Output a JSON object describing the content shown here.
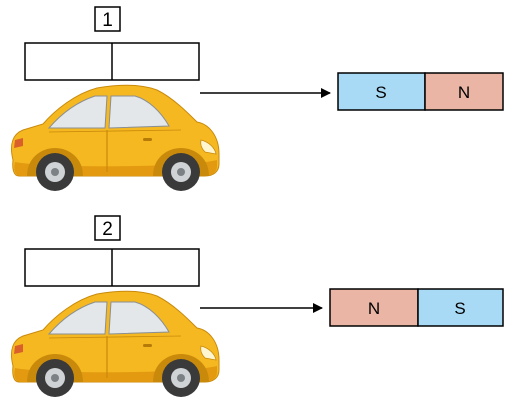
{
  "scenario_1": {
    "number": "1",
    "magnet": {
      "left_pole": "S",
      "right_pole": "N"
    }
  },
  "scenario_2": {
    "number": "2",
    "magnet": {
      "left_pole": "N",
      "right_pole": "S"
    }
  },
  "colors": {
    "south_pole": "#a9daf5",
    "north_pole": "#eab5a4",
    "car_body": "#f5b820",
    "car_shadow": "#e39a10",
    "window": "#e4e7ea",
    "tire": "#3a3a3a",
    "rim": "#cfd3d6",
    "outline": "#000000"
  }
}
